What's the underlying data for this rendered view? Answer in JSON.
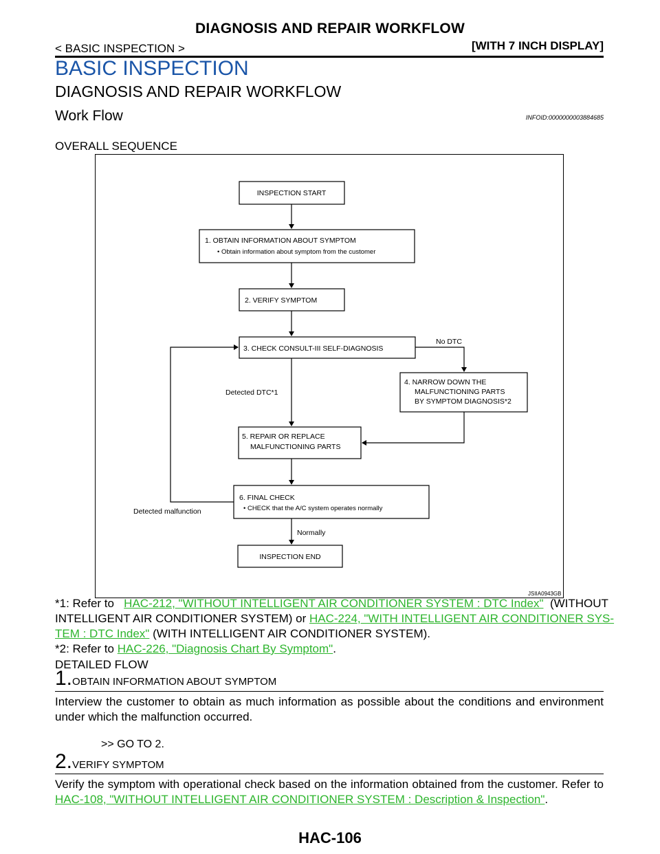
{
  "header": {
    "title": "DIAGNOSIS AND REPAIR WORKFLOW",
    "section": "< BASIC INSPECTION >",
    "variant": "[WITH 7 INCH DISPLAY]"
  },
  "h1": "BASIC INSPECTION",
  "h2": "DIAGNOSIS AND REPAIR WORKFLOW",
  "h3": "Work Flow",
  "info_id": "INFOID:0000000003884685",
  "overall_sequence": "OVERALL SEQUENCE",
  "flowchart": {
    "figure_id": "JSIIA0943GB",
    "start": "INSPECTION START",
    "step1_title": "1. OBTAIN INFORMATION ABOUT SYMPTOM",
    "step1_detail": "• Obtain information about symptom from the customer",
    "step2": "2. VERIFY SYMPTOM",
    "step3": "3. CHECK CONSULT-III SELF-DIAGNOSIS",
    "step4_line1": "4. NARROW DOWN THE",
    "step4_line2": "MALFUNCTIONING PARTS",
    "step4_line3": "BY SYMPTOM DIAGNOSIS*2",
    "step5_line1": "5. REPAIR OR REPLACE",
    "step5_line2": "MALFUNCTIONING PARTS",
    "step6_title": "6. FINAL CHECK",
    "step6_detail": "• CHECK that the A/C system operates normally",
    "end": "INSPECTION END",
    "label_no_dtc": "No DTC",
    "label_detected_dtc": "Detected DTC*1",
    "label_detected_malfunction": "Detected malfunction",
    "label_normally": "Normally"
  },
  "notes": {
    "n1_prefix": "*1: Refer to",
    "n1_link1": "HAC-212, \"WITHOUT INTELLIGENT AIR CONDITIONER SYSTEM : DTC Index\"",
    "n1_mid1": "(WITHOUT",
    "n1_mid2": "INTELLIGENT AIR CONDITIONER SYSTEM) or",
    "n1_link2a": "HAC-224, \"WITH INTELLIGENT AIR CONDITIONER SYS-",
    "n1_link2b": "TEM : DTC Index\"",
    "n1_suffix": "(WITH INTELLIGENT AIR CONDITIONER SYSTEM).",
    "n2_prefix": "*2: Refer to",
    "n2_link": "HAC-226, \"Diagnosis Chart By Symptom\"",
    "n2_suffix": "."
  },
  "detailed_flow": "DETAILED FLOW",
  "steps": [
    {
      "num": "1.",
      "title": "OBTAIN INFORMATION ABOUT SYMPTOM",
      "text": "Interview the customer to obtain as much information as possible about the conditions and environment under which the malfunction occurred.",
      "goto": ">> GO TO 2."
    },
    {
      "num": "2.",
      "title": "VERIFY SYMPTOM",
      "text": "Verify the symptom with operational check based on the information obtained from the customer. Refer to",
      "link": "HAC-108, \"WITHOUT INTELLIGENT AIR CONDITIONER SYSTEM : Description & Inspection\"",
      "suffix": "."
    }
  ],
  "footer": "HAC-106",
  "colors": {
    "heading_blue": "#1a55a8",
    "link_green": "#2db52d"
  }
}
